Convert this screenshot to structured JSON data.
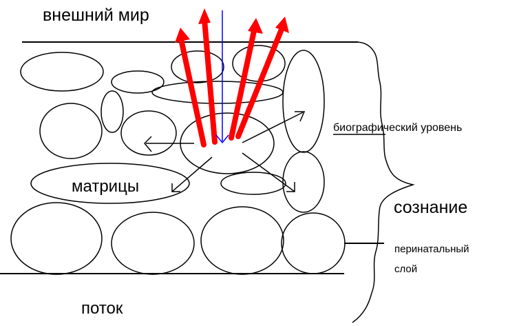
{
  "labels": {
    "outer_world": "внешний мир",
    "biographical_level": "биографический уровень",
    "matrices": "матрицы",
    "consciousness": "сознание",
    "perinatal_line1": "перинатальный",
    "perinatal_line2": "слой",
    "flow": "поток"
  },
  "colors": {
    "outline": "#000000",
    "rays": "#ff0000",
    "center_line": "#0000ff",
    "background": "#ffffff"
  }
}
